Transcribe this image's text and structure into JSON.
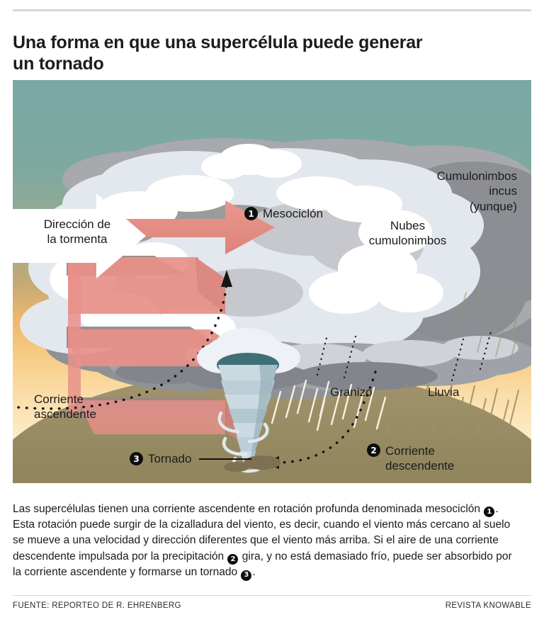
{
  "title": {
    "line1": "Una forma en que una supercélula puede generar",
    "line2": "un tornado"
  },
  "illustration": {
    "storm_direction": {
      "line1": "Dirección de",
      "line2": "la tormenta",
      "icon": "right-arrow-icon"
    },
    "labels": {
      "mesociclon": {
        "number": "1",
        "text": "Mesociclón"
      },
      "cumulonimbos_incus": {
        "line1": "Cumulonimbos",
        "line2": "incus",
        "line3": "(yunque)"
      },
      "nubes_cumulonimbos": {
        "line1": "Nubes",
        "line2": "cumulonimbos"
      },
      "granizo": "Granizo",
      "lluvia": "Lluvia",
      "corriente_ascendente": {
        "line1": "Corriente",
        "line2": "ascendente"
      },
      "corriente_descendente": {
        "number": "2",
        "line1": "Corriente",
        "line2": "descendente"
      },
      "tornado": {
        "number": "3",
        "text": "Tornado"
      }
    },
    "colors": {
      "sky_top": "#7aa9a4",
      "sky_mid": "#f0b96a",
      "sky_bottom": "#fdf4dc",
      "ground": "#978a66",
      "mesocyclone_arrow": "#e59289",
      "mesocyclone_arrow_dark": "#9a8682",
      "cloud_white": "#ffffff",
      "cloud_light": "#e6e9ef",
      "cloud_mid": "#c9cbd0",
      "cloud_dark": "#9a9a9a",
      "cloud_darker": "#7e8085",
      "tornado_body": "#c3d3d9",
      "tornado_top": "#3f7078",
      "hail_streak": "#fdf6e6",
      "rain_streak": "#9a9169"
    }
  },
  "caption": {
    "seg1": "Las supercélulas tienen una corriente ascendente en rotación profunda denominada mesociclón ",
    "badge1": "1",
    "seg2": ". Esta rotación puede surgir de la cizalladura del viento, es decir, cuando el viento más cercano al suelo se mueve a una velocidad y dirección diferentes que el viento más arriba. Si el aire de una corriente descendente impulsada por la precipitación ",
    "badge2": "2",
    "seg3": " gira, y no está demasiado frío, puede ser absorbido por la corriente ascendente y formarse un tornado ",
    "badge3": "3",
    "seg4": "."
  },
  "footer": {
    "source": "FUENTE: REPORTEO DE R. EHRENBERG",
    "publication": "REVISTA KNOWABLE"
  }
}
